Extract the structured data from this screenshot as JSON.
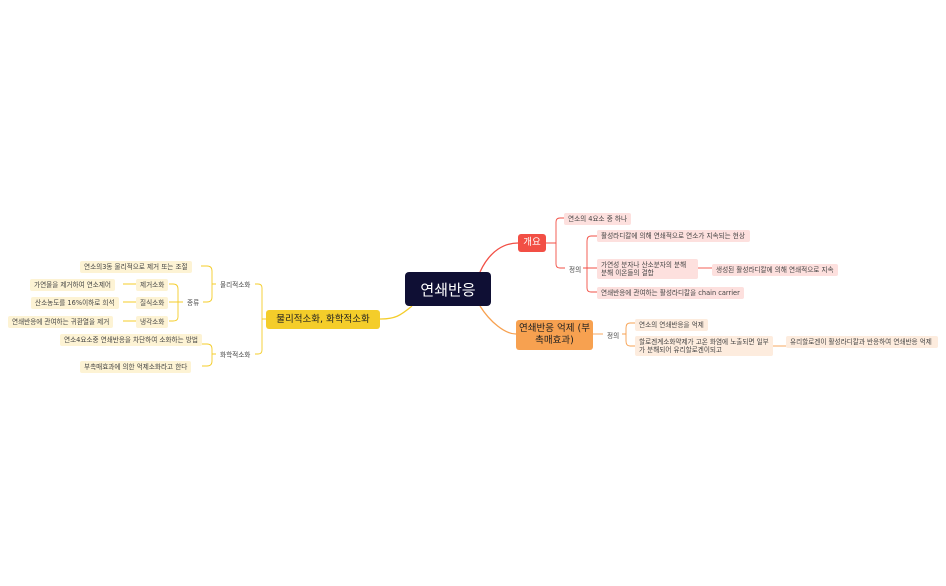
{
  "central": {
    "title": "연쇄반응"
  },
  "overview": {
    "label": "개요",
    "item1": "연소의 4요소 중 하나",
    "definition": {
      "label": "정의",
      "item1": "활성라디칼에 의해 연쇄적으로 연소가 지속되는 현상",
      "item2": "가연성 분자나 산소분자의 분해 분해 이온들의 결합",
      "item2_child": "생성된 활성라디칼에 의해 연쇄적으로 지속",
      "item3": "연쇄반응에 관여하는 활성라디칼을 chain carrier"
    }
  },
  "inhibition": {
    "label": "연쇄반응 억제 (부촉매효과)",
    "definition": {
      "label": "정의",
      "item1": "연소의 연쇄반응을 억제",
      "item2": "할로겐계소화약제가 고온 화염에 노출되면 일부가 분해되어 유리할로겐이되고",
      "item2_child": "유리할로겐이 활성라디칼과 반응하여 연쇄반응 억제"
    }
  },
  "extinguish": {
    "label": "물리적소화, 화학적소화",
    "physical": {
      "label": "물리적소화",
      "item1": "연소의3동 물리적으로 제거 또는 조절",
      "types": {
        "label": "종류",
        "removal": {
          "label": "제거소화",
          "desc": "가연물을 제거하여 연소제어"
        },
        "smother": {
          "label": "질식소화",
          "desc": "산소농도를 16%이하로 희석"
        },
        "cooling": {
          "label": "냉각소화",
          "desc": "연쇄반응에 관여하는 귀환열을 제거"
        }
      }
    },
    "chemical": {
      "label": "화학적소화",
      "item1": "연소4요소중 연쇄반응을 차단하여 소화하는 방법",
      "item2": "부촉매효과에 의한 억제소화라고 한다"
    }
  },
  "colors": {
    "red": "#f24f45",
    "orange": "#f7a150",
    "yellow": "#f4cd2a",
    "central": "#0f0f34"
  }
}
